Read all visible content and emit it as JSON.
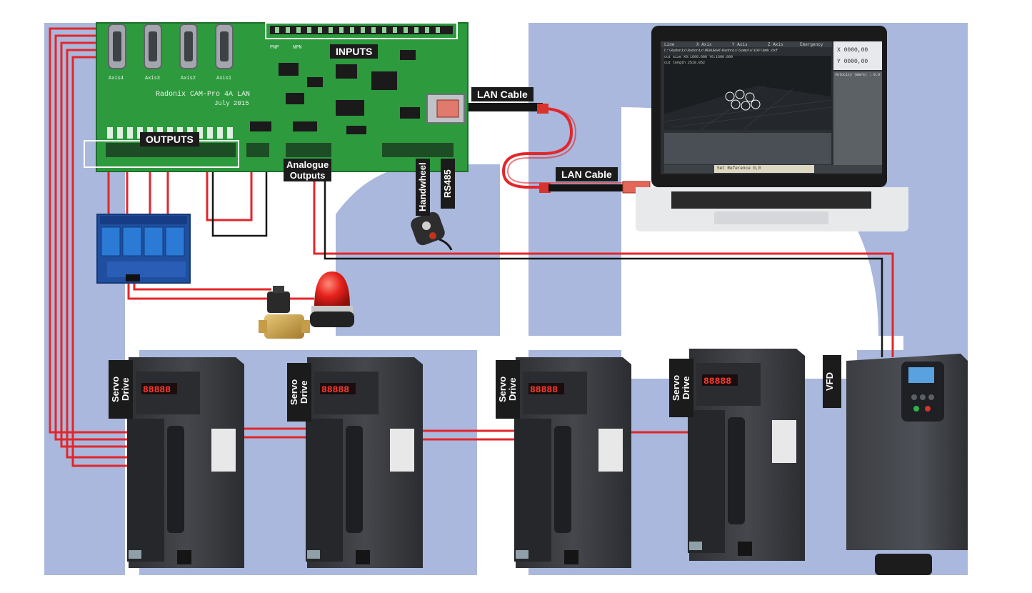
{
  "labels": {
    "inputs": "INPUTS",
    "outputs": "OUTPUTS",
    "analogue_outputs_line1": "Analogue",
    "analogue_outputs_line2": "Outputs",
    "lan_cable_top": "LAN Cable",
    "lan_cable_bottom": "LAN Cable",
    "handwheel": "Handwheel",
    "rs485": "RS485",
    "servo_drive_1": "Servo Drive",
    "servo_drive_2": "Servo Drive",
    "servo_drive_3": "Servo Drive",
    "servo_drive_4": "Servo Drive",
    "vfd": "VFD"
  },
  "board": {
    "title": "Radonix CAM-Pro 4A LAN",
    "date": "July 2015",
    "axis_labels": [
      "Axis4",
      "Axis3",
      "Axis2",
      "Axis1"
    ],
    "pnp_npn": [
      "PNP",
      "NPN"
    ]
  },
  "laptop_screen": {
    "menu": [
      "Line",
      "X Axis",
      "Y Axis",
      "Z Axis",
      "Emergency"
    ],
    "file_path": "C:\\Radonix\\Radonix\\MENUBAR\\Radonix\\Sample\\DXF\\Bmk.dxf",
    "info_lines": [
      "cut size   X0:1600.000   Y0:1600.000",
      "cut length   2510.052"
    ],
    "dro": [
      {
        "axis": "X",
        "value": "0000,00"
      },
      {
        "axis": "Y",
        "value": "0000,00"
      }
    ],
    "status": "Set Reference 0,0",
    "velocity_label": "Velocity (mm/s) : 0.0"
  },
  "colors": {
    "wire_red": "#e3262a",
    "wire_black": "#161616",
    "pcb_green": "#2e9a3e",
    "logo_blue": "#a9b8dc",
    "drive_body": "#3d3f43",
    "label_bg": "#1b1b1b"
  }
}
